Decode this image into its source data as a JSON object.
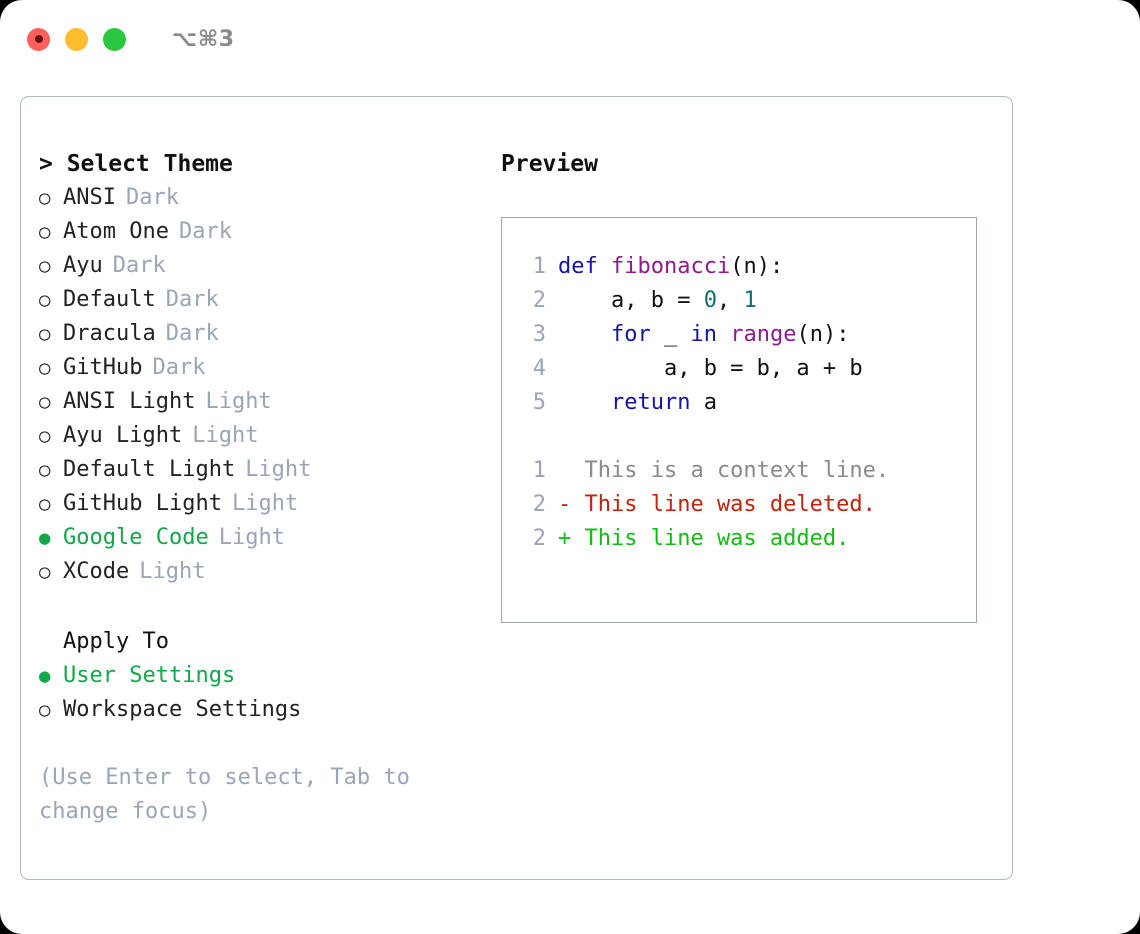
{
  "titlebar": {
    "shortcut": "⌥⌘3",
    "lights": [
      "close-red",
      "minimize-yellow",
      "maximize-green"
    ]
  },
  "theme_picker": {
    "title": "> Select Theme",
    "options": [
      {
        "marker": "○",
        "label": "ANSI",
        "tag": "Dark",
        "selected": false
      },
      {
        "marker": "○",
        "label": "Atom One",
        "tag": "Dark",
        "selected": false
      },
      {
        "marker": "○",
        "label": "Ayu",
        "tag": "Dark",
        "selected": false
      },
      {
        "marker": "○",
        "label": "Default",
        "tag": "Dark",
        "selected": false
      },
      {
        "marker": "○",
        "label": "Dracula",
        "tag": "Dark",
        "selected": false
      },
      {
        "marker": "○",
        "label": "GitHub",
        "tag": "Dark",
        "selected": false
      },
      {
        "marker": "○",
        "label": "ANSI Light",
        "tag": "Light",
        "selected": false
      },
      {
        "marker": "○",
        "label": "Ayu Light",
        "tag": "Light",
        "selected": false
      },
      {
        "marker": "○",
        "label": "Default Light",
        "tag": "Light",
        "selected": false
      },
      {
        "marker": "○",
        "label": "GitHub Light",
        "tag": "Light",
        "selected": false
      },
      {
        "marker": "●",
        "label": "Google Code",
        "tag": "Light",
        "selected": true
      },
      {
        "marker": "○",
        "label": "XCode",
        "tag": "Light",
        "selected": false
      }
    ]
  },
  "apply_to": {
    "title": "Apply To",
    "options": [
      {
        "marker": "●",
        "label": "User Settings",
        "selected": true
      },
      {
        "marker": "○",
        "label": "Workspace Settings",
        "selected": false
      }
    ]
  },
  "hint": "(Use Enter to select, Tab to change focus)",
  "preview": {
    "title": "Preview",
    "code_lines": [
      {
        "num": "1",
        "tokens": [
          {
            "t": "def ",
            "c": "kw"
          },
          {
            "t": "fibonacci",
            "c": "fn"
          },
          {
            "t": "(n):",
            "c": "pl"
          }
        ]
      },
      {
        "num": "2",
        "tokens": [
          {
            "t": "    a, b = ",
            "c": "pl"
          },
          {
            "t": "0",
            "c": "num"
          },
          {
            "t": ", ",
            "c": "pl"
          },
          {
            "t": "1",
            "c": "num"
          }
        ]
      },
      {
        "num": "3",
        "tokens": [
          {
            "t": "    ",
            "c": "pl"
          },
          {
            "t": "for",
            "c": "kw"
          },
          {
            "t": " _ ",
            "c": "pl"
          },
          {
            "t": "in",
            "c": "kw"
          },
          {
            "t": " ",
            "c": "pl"
          },
          {
            "t": "range",
            "c": "fn"
          },
          {
            "t": "(n):",
            "c": "pl"
          }
        ]
      },
      {
        "num": "4",
        "tokens": [
          {
            "t": "        a, b = b, a + b",
            "c": "pl"
          }
        ]
      },
      {
        "num": "5",
        "tokens": [
          {
            "t": "    ",
            "c": "pl"
          },
          {
            "t": "return",
            "c": "kw"
          },
          {
            "t": " a",
            "c": "pl"
          }
        ]
      }
    ],
    "diff_lines": [
      {
        "num": "1",
        "tokens": [
          {
            "t": "  This is a context line.",
            "c": "ctx"
          }
        ]
      },
      {
        "num": "2",
        "tokens": [
          {
            "t": "- This line was deleted.",
            "c": "del"
          }
        ]
      },
      {
        "num": "2",
        "tokens": [
          {
            "t": "+ This line was added.",
            "c": "add"
          }
        ]
      }
    ]
  },
  "colors": {
    "accent_green": "#12a74a",
    "muted": "#9aa5b5",
    "keyword": "#1414a8",
    "function": "#8e1a8e",
    "number": "#0f7070",
    "diff_add": "#15bb15",
    "diff_del": "#c3220d",
    "border": "#aeb8c7"
  }
}
